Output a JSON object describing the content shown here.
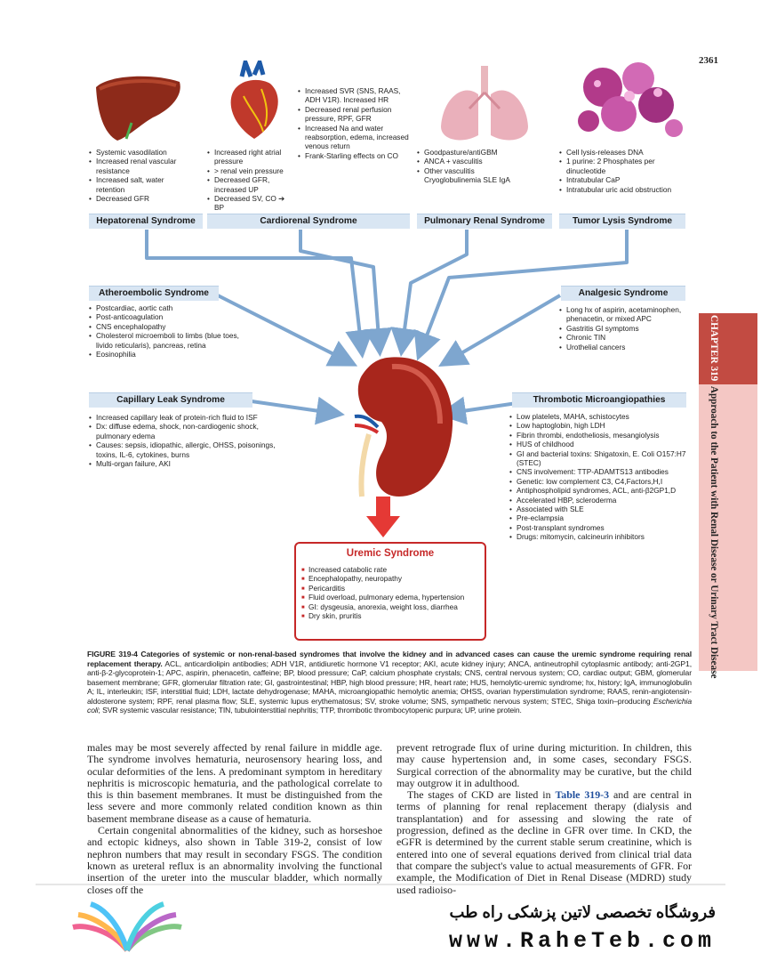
{
  "page_number": "2361",
  "figure": {
    "top_boxes": [
      {
        "title": "Hepatorenal Syndrome",
        "items": [
          "Systemic vasodilation",
          "Increased renal vascular resistance",
          "Increased salt, water retention",
          "Decreased GFR"
        ]
      },
      {
        "title": "Cardiorenal Syndrome",
        "items_left": [
          "Increased right atrial pressure",
          "> renal vein pressure",
          "Decreased GFR, increased UP",
          "Decreased SV, CO ➔ BP"
        ],
        "items_right": [
          "Increased SVR (SNS, RAAS, ADH V1R). Increased HR",
          "Decreased renal perfusion pressure, RPF, GFR",
          "Increased Na and water reabsorption, edema, increased venous return",
          "Frank-Starling effects on CO"
        ]
      },
      {
        "title": "Pulmonary Renal Syndrome",
        "items": [
          "Goodpasture/antiGBM",
          "ANCA + vasculitis",
          "Other vasculitis Cryoglobulinemia SLE IgA"
        ]
      },
      {
        "title": "Tumor Lysis Syndrome",
        "items": [
          "Cell lysis-releases DNA",
          "1 purine: 2 Phosphates per dinucleotide",
          "Intratubular CaP",
          "Intratubular uric acid obstruction"
        ]
      }
    ],
    "atheroembolic": {
      "title": "Atheroembolic Syndrome",
      "items": [
        "Postcardiac, aortic cath",
        "Post-anticoagulation",
        "CNS encephalopathy",
        "Cholesterol microemboli to limbs (blue toes, livido reticularis), pancreas, retina",
        "Eosinophilia"
      ]
    },
    "analgesic": {
      "title": "Analgesic Syndrome",
      "items": [
        "Long hx of aspirin, acetaminophen, phenacetin, or mixed APC",
        "Gastritis GI symptoms",
        "Chronic TIN",
        "Urothelial cancers"
      ]
    },
    "capillary": {
      "title": "Capillary Leak Syndrome",
      "items": [
        "Increased capillary leak of protein-rich fluid to ISF",
        "Dx: diffuse edema, shock, non-cardiogenic shock, pulmonary edema",
        "Causes: sepsis, idiopathic, allergic, OHSS, poisonings, toxins, IL-6, cytokines, burns",
        "Multi-organ failure, AKI"
      ]
    },
    "thrombotic": {
      "title": "Thrombotic Microangiopathies",
      "items": [
        "Low platelets, MAHA, schistocytes",
        "Low haptoglobin, high LDH",
        "Fibrin thrombi, endotheliosis, mesangiolysis",
        "HUS of childhood",
        "GI and bacterial toxins: Shigatoxin, E. Coli O157:H7 (STEC)",
        "CNS involvement: TTP-ADAMTS13 antibodies",
        "Genetic: low complement C3, C4,Factors,H,I",
        "Antiphospholipid syndromes, ACL, anti-β2GP1,D",
        "Accelerated HBP, scleroderma",
        "Associated with SLE",
        "Pre-eclampsia",
        "Post-transplant syndromes",
        "Drugs: mitomycin, calcineurin inhibitors"
      ]
    },
    "uremic": {
      "title": "Uremic Syndrome",
      "items": [
        "Increased catabolic rate",
        "Encephalopathy, neuropathy",
        "Pericarditis",
        "Fluid overload, pulmonary edema, hypertension",
        "GI: dysgeusia, anorexia, weight loss, diarrhea",
        "Dry skin, pruritis"
      ]
    }
  },
  "chapter_tab": {
    "chapter": "CHAPTER 319",
    "title": "Approach to the Patient with Renal Disease or Urinary Tract Disease"
  },
  "caption": {
    "label": "FIGURE 319-4",
    "bold_text": "Categories of systemic or non-renal-based syndromes that involve the kidney and in advanced cases can cause the uremic syndrome requiring renal replacement therapy.",
    "text_1": "ACL, anticardiolipin antibodies; ADH V1R, antidiuretic hormone V1 receptor; AKI, acute kidney injury; ANCA, antineutrophil cytoplasmic antibody; anti-2GP1, anti-β-2-glycoprotein-1; APC, aspirin, phenacetin, caffeine; BP, blood pressure; CaP, calcium phosphate crystals; CNS, central nervous system; CO, cardiac output; GBM, glomerular basement membrane; GFR, glomerular filtration rate; GI, gastrointestinal; HBP, high blood pressure; HR, heart rate; HUS, hemolytic-uremic syndrome; hx, history; IgA, immunoglobulin A; IL, interleukin; ISF, interstitial fluid; LDH, lactate dehydrogenase; MAHA, microangiopathic hemolytic anemia; OHSS, ovarian hyperstimulation syndrome; RAAS, renin-angiotensin-aldosterone system; RPF, renal plasma flow; SLE, systemic lupus erythematosus; SV, stroke volume; SNS, sympathetic nervous system; STEC, Shiga toxin–producing",
    "italic": "Escherichia coli",
    "text_2": "; SVR systemic vascular resistance; TIN, tubulointerstitial nephritis; TTP, thrombotic thrombocytopenic purpura; UP, urine protein."
  },
  "body_left": [
    "males may be most severely affected by renal failure in middle age. The syndrome involves hematuria, neurosensory hearing loss, and ocular deformities of the lens. A predominant symptom in hereditary nephritis is microscopic hematuria, and the pathological correlate to this is thin basement membranes. It must be distinguished from the less severe and more commonly related condition known as thin basement membrane disease as a cause of hematuria.",
    "Certain congenital abnormalities of the kidney, such as horseshoe and ectopic kidneys, also shown in Table 319-2, consist of low nephron numbers that may result in secondary FSGS. The condition known as ureteral reflux is an abnormality involving the functional insertion of the ureter into the muscular bladder, which normally closes off the"
  ],
  "body_right_1": "prevent retrograde flux of urine during micturition. In children, this may cause hypertension and, in some cases, secondary FSGS. Surgical correction of the abnormality may be curative, but the child may outgrow it in adulthood.",
  "body_right_2a": "The stages of CKD are listed in",
  "body_right_2_ref": "Table 319-3",
  "body_right_2b": "and are central in terms of planning for renal replacement therapy (dialysis and transplantation) and for assessing and slowing the rate of progression, defined as the decline in GFR over time. In CKD, the eGFR is determined by the current stable serum creatinine, which is entered into one of several equations derived from clinical trial data that compare the subject's value to actual measurements of GFR. For example, the Modification of Diet in Renal Disease (MDRD) study used radioiso-",
  "watermark": {
    "persian": "فروشگاه تخصصی لاتین پزشکی راه طب",
    "url": "www.RaheTeb.com"
  },
  "colors": {
    "accent_red": "#c62828",
    "bar_blue": "#d9e6f3",
    "arrow_blue": "#7ea6cf",
    "tab_pink": "#f4c7c4",
    "tab_dark": "#c24b42"
  }
}
